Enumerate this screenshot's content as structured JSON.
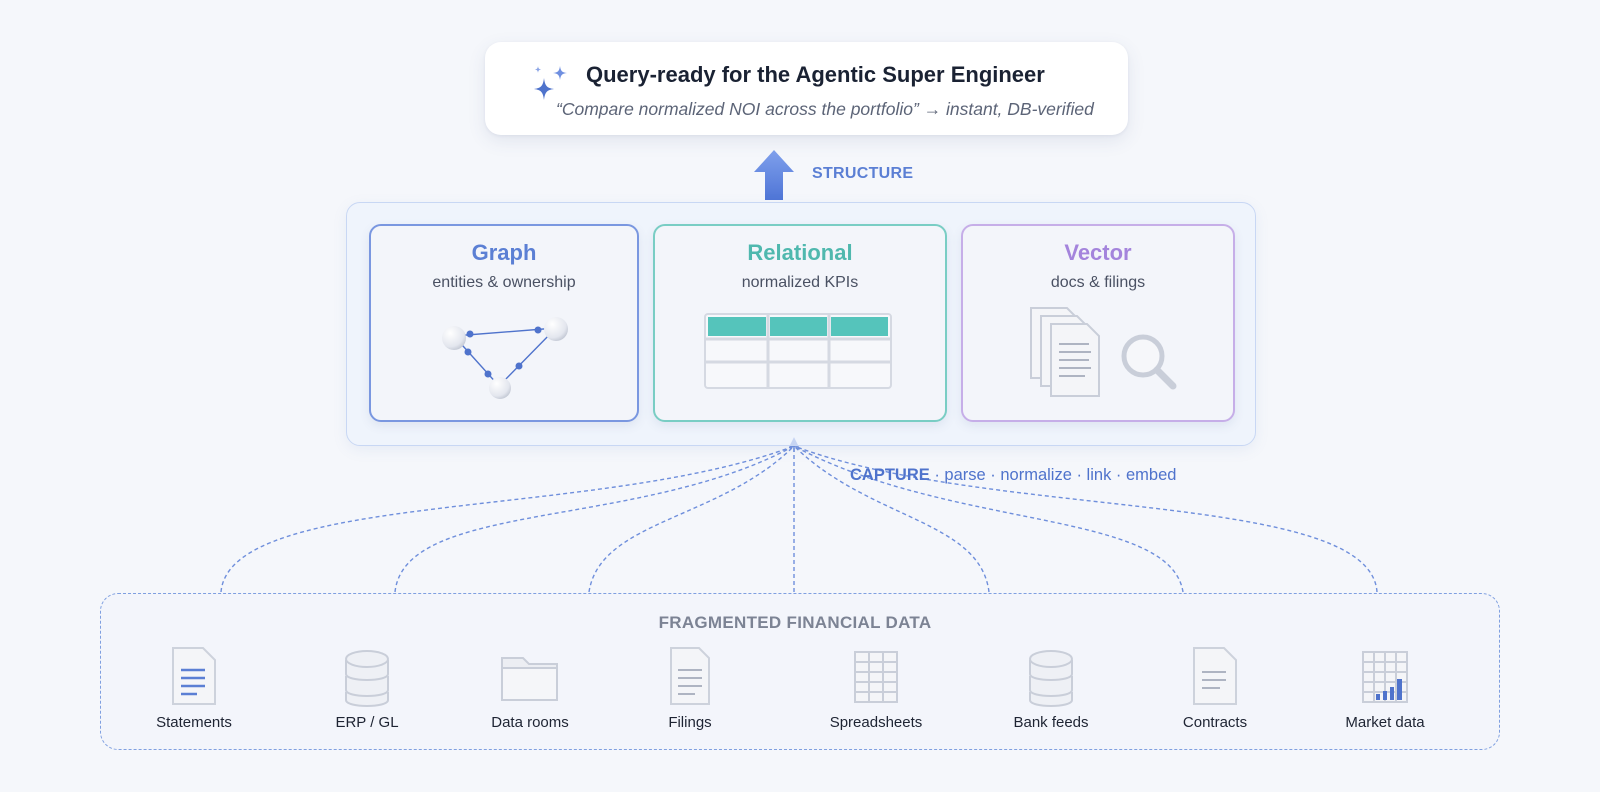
{
  "query": {
    "title": "Query-ready for the Agentic Super Engineer",
    "subtitle": "“Compare normalized NOI across the portfolio” → instant, DB-verified",
    "icon": "sparkle-icon"
  },
  "structure_label": "STRUCTURE",
  "stores": [
    {
      "title": "Graph",
      "subtitle": "entities & ownership",
      "color": "#5b7fd4",
      "icon": "graph-network-icon"
    },
    {
      "title": "Relational",
      "subtitle": "normalized KPIs",
      "color": "#4fb8ae",
      "icon": "table-icon"
    },
    {
      "title": "Vector",
      "subtitle": "docs & filings",
      "color": "#a484dc",
      "icon": "documents-search-icon"
    }
  ],
  "capture": {
    "main": "CAPTURE",
    "steps": " · parse · normalize · link · embed"
  },
  "sources_title": "FRAGMENTED FINANCIAL DATA",
  "sources": [
    {
      "label": "Statements",
      "icon": "statement-doc-icon"
    },
    {
      "label": "ERP / GL",
      "icon": "database-icon"
    },
    {
      "label": "Data rooms",
      "icon": "folder-icon"
    },
    {
      "label": "Filings",
      "icon": "filing-doc-icon"
    },
    {
      "label": "Spreadsheets",
      "icon": "spreadsheet-icon"
    },
    {
      "label": "Bank feeds",
      "icon": "database-icon"
    },
    {
      "label": "Contracts",
      "icon": "contract-doc-icon"
    },
    {
      "label": "Market data",
      "icon": "market-chart-icon"
    }
  ],
  "colors": {
    "accent_blue": "#5b7fd4",
    "teal": "#4fb8ae",
    "purple": "#a484dc",
    "dashed_line": "#7f9fe0"
  }
}
